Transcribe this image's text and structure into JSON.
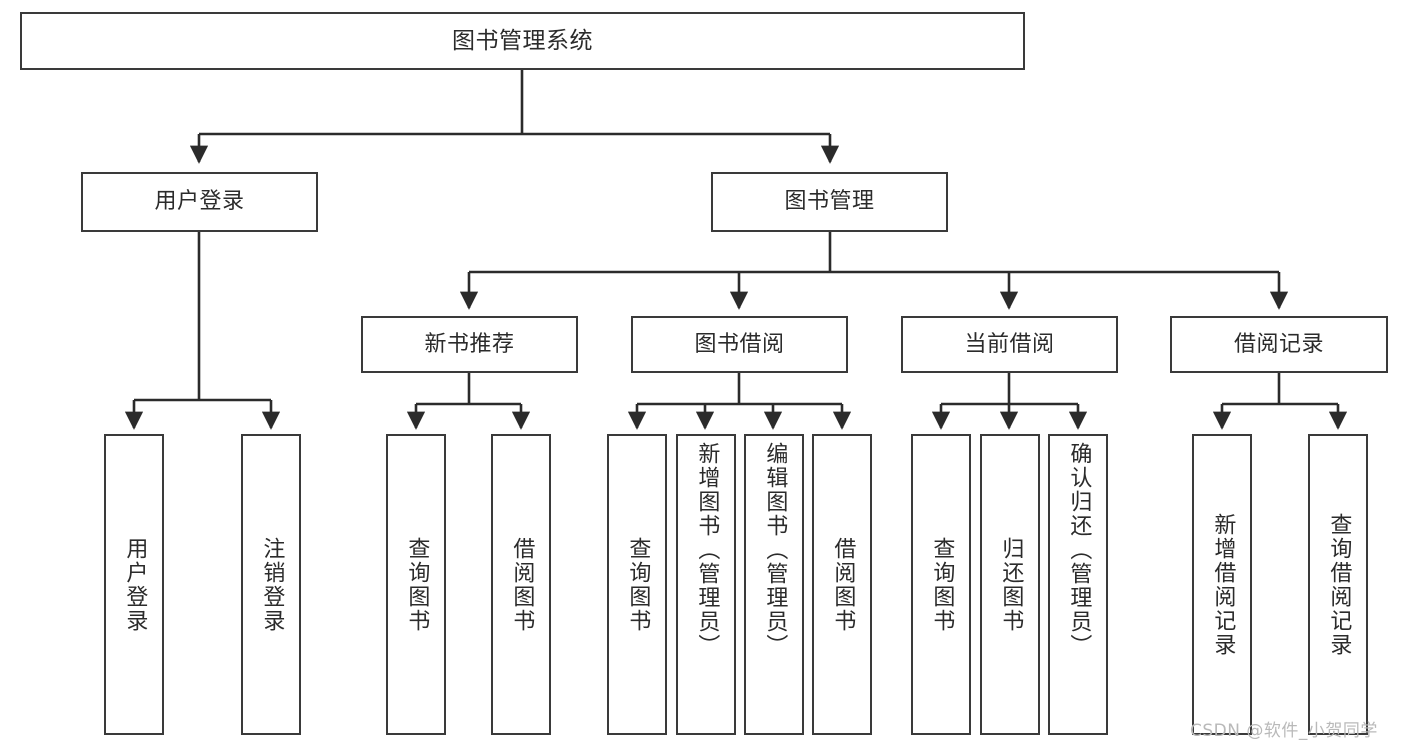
{
  "diagram": {
    "title": "图书管理系统",
    "type": "tree-hierarchy",
    "root": {
      "label": "图书管理系统"
    },
    "level2": [
      {
        "label": "用户登录"
      },
      {
        "label": "图书管理"
      }
    ],
    "level3": [
      {
        "label": "新书推荐"
      },
      {
        "label": "图书借阅"
      },
      {
        "label": "当前借阅"
      },
      {
        "label": "借阅记录"
      }
    ],
    "leaves": {
      "user_login": [
        {
          "label": "用户登录"
        },
        {
          "label": "注销登录"
        }
      ],
      "new_book_recommend": [
        {
          "label": "查询图书"
        },
        {
          "label": "借阅图书"
        }
      ],
      "book_borrow": [
        {
          "label": "查询图书"
        },
        {
          "label": "新增图书（管理员）"
        },
        {
          "label": "编辑图书（管理员）"
        },
        {
          "label": "借阅图书"
        }
      ],
      "current_borrow": [
        {
          "label": "查询图书"
        },
        {
          "label": "归还图书"
        },
        {
          "label": "确认归还（管理员）"
        }
      ],
      "borrow_record": [
        {
          "label": "新增借阅记录"
        },
        {
          "label": "查询借阅记录"
        }
      ]
    }
  },
  "watermark": {
    "text": "CSDN @软件_小贺同学"
  },
  "colors": {
    "box_border": "#3a3a3a",
    "text": "#2b2b2b",
    "wire": "#2b2b2b",
    "background": "#ffffff",
    "watermark": "#b9b9b9"
  }
}
